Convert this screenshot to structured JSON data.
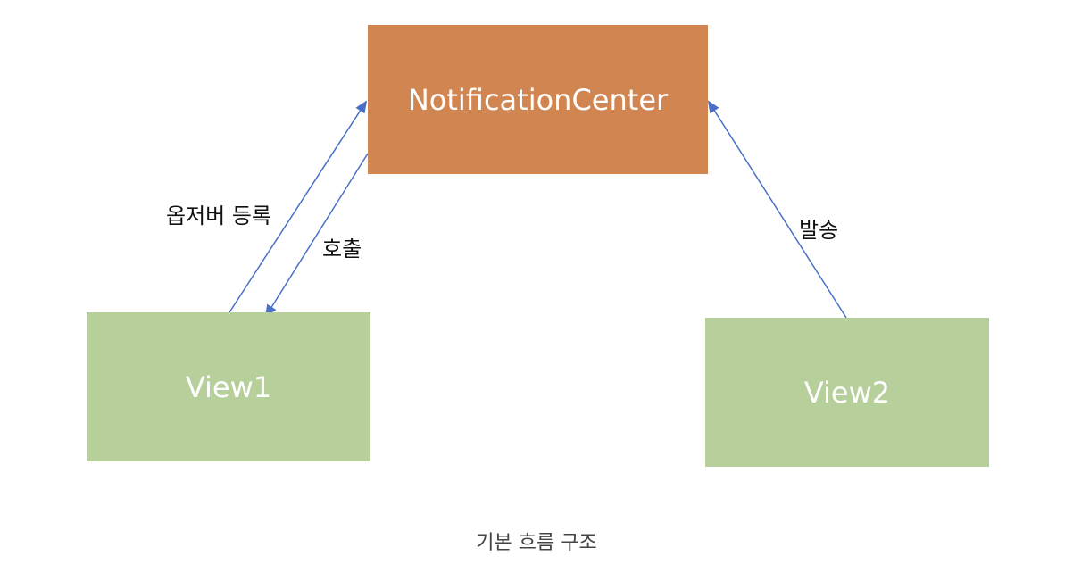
{
  "nodes": {
    "center": "NotificationCenter",
    "view1": "View1",
    "view2": "View2"
  },
  "edges": {
    "register": "옵저버 등록",
    "call": "호출",
    "send": "발송"
  },
  "caption": "기본 흐름 구조",
  "colors": {
    "center_fill": "#d18550",
    "view_fill": "#b7cf9b",
    "arrow": "#4a6fc4"
  }
}
